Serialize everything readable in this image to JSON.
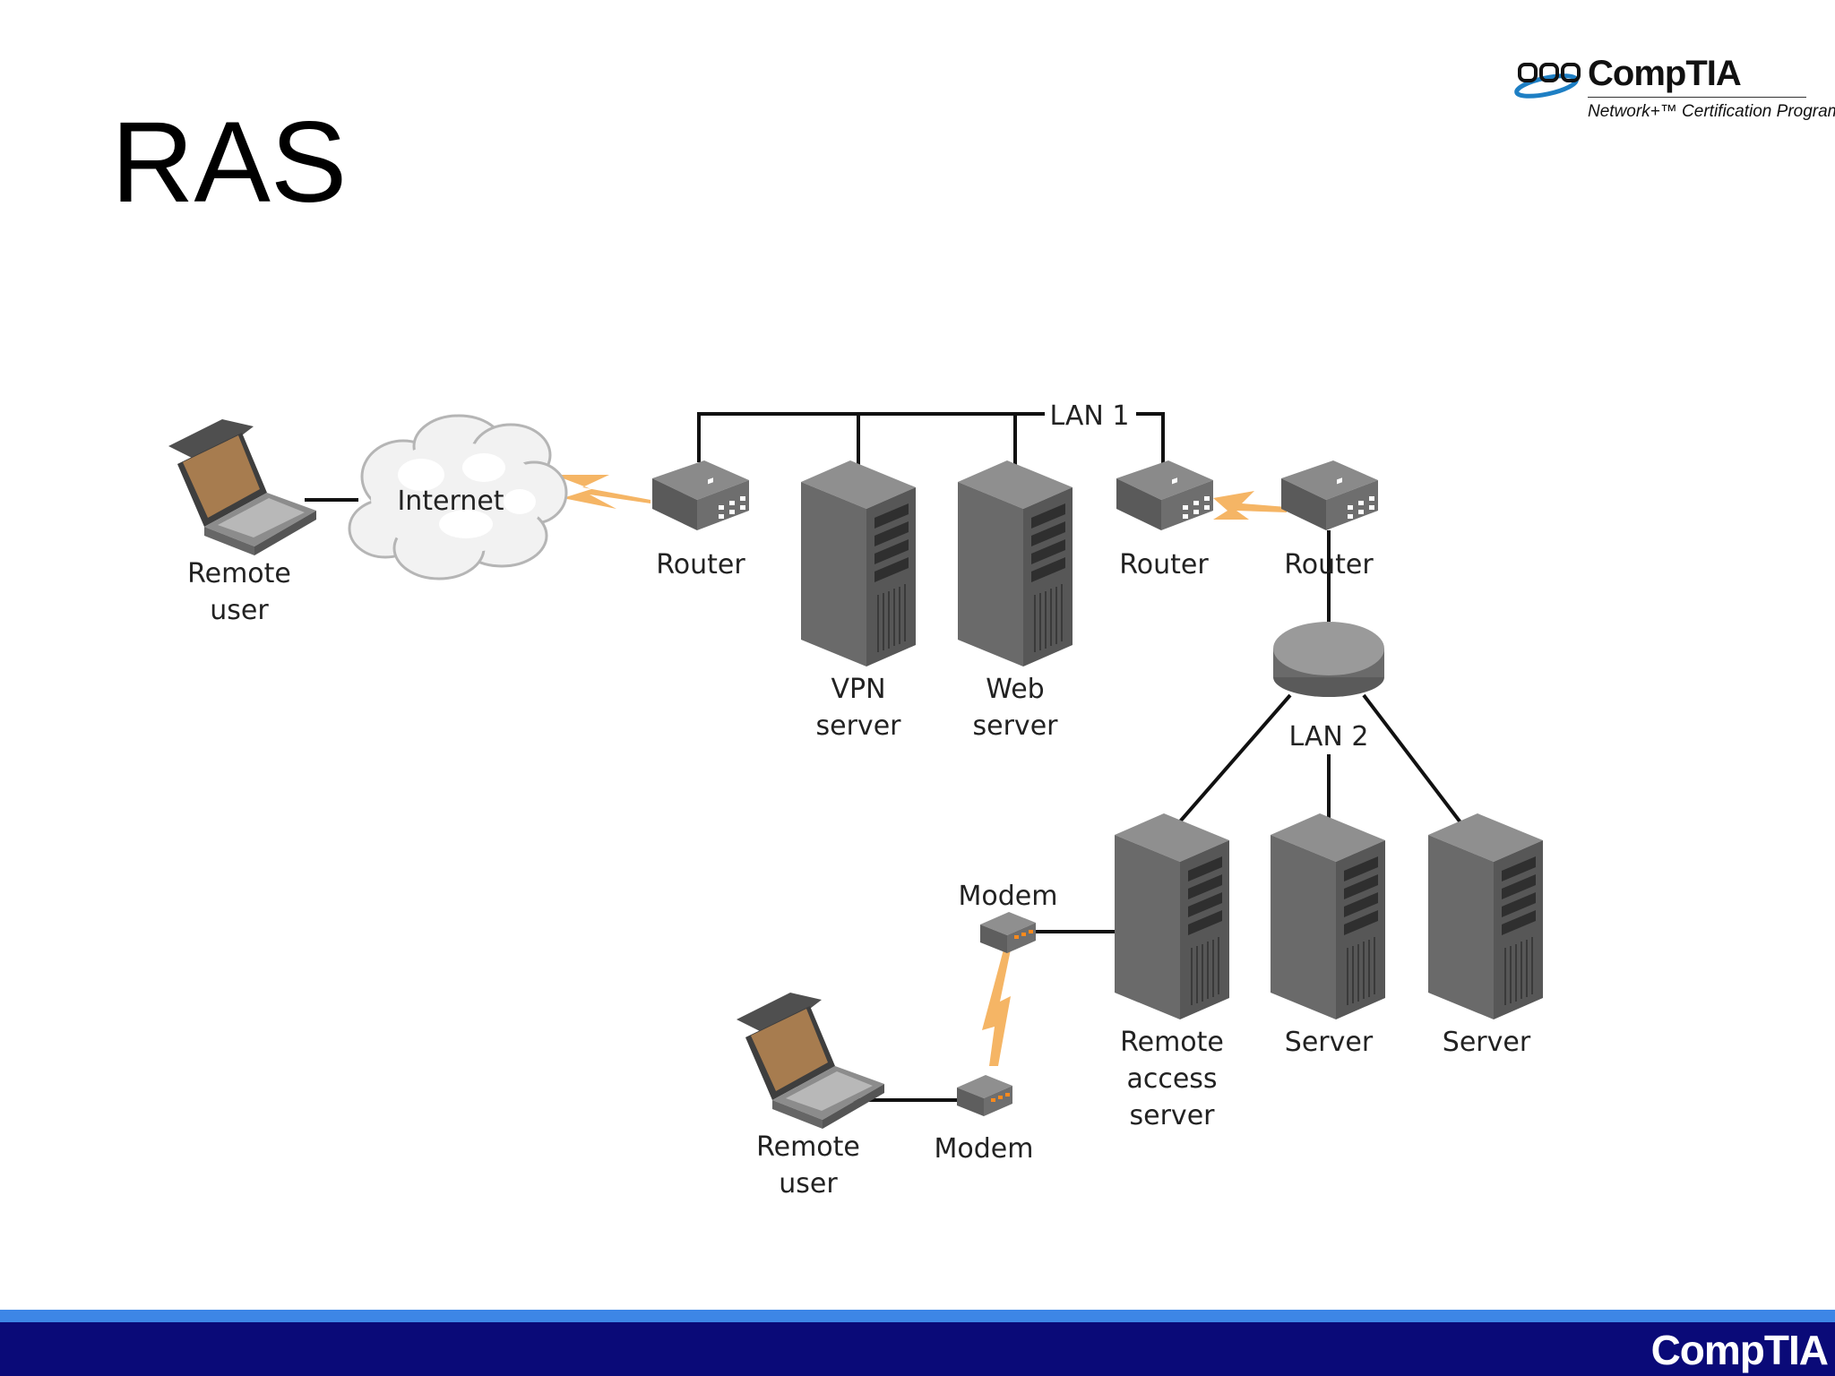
{
  "slide": {
    "title": "RAS"
  },
  "logo": {
    "wordmark": "CompTIA",
    "tagline": "Network+™ Certification Program",
    "footer_wordmark": "CompTIA"
  },
  "colors": {
    "footer_dark": "#0a0a78",
    "footer_light": "#3d86e6",
    "lightning": "#f5b565",
    "device": "#6b6b6b",
    "laptop_screen": "#a77c4f"
  },
  "diagram": {
    "labels": {
      "remote_user_1": [
        "Remote",
        "user"
      ],
      "internet": "Internet",
      "router_1": "Router",
      "vpn_server": [
        "VPN",
        "server"
      ],
      "web_server": [
        "Web",
        "server"
      ],
      "lan1": "LAN 1",
      "router_2": "Router",
      "router_3": "Router",
      "lan2": "LAN 2",
      "modem_1": "Modem",
      "modem_2": "Modem",
      "remote_user_2": [
        "Remote",
        "user"
      ],
      "remote_access_server": [
        "Remote",
        "access",
        "server"
      ],
      "server_1": "Server",
      "server_2": "Server"
    }
  }
}
